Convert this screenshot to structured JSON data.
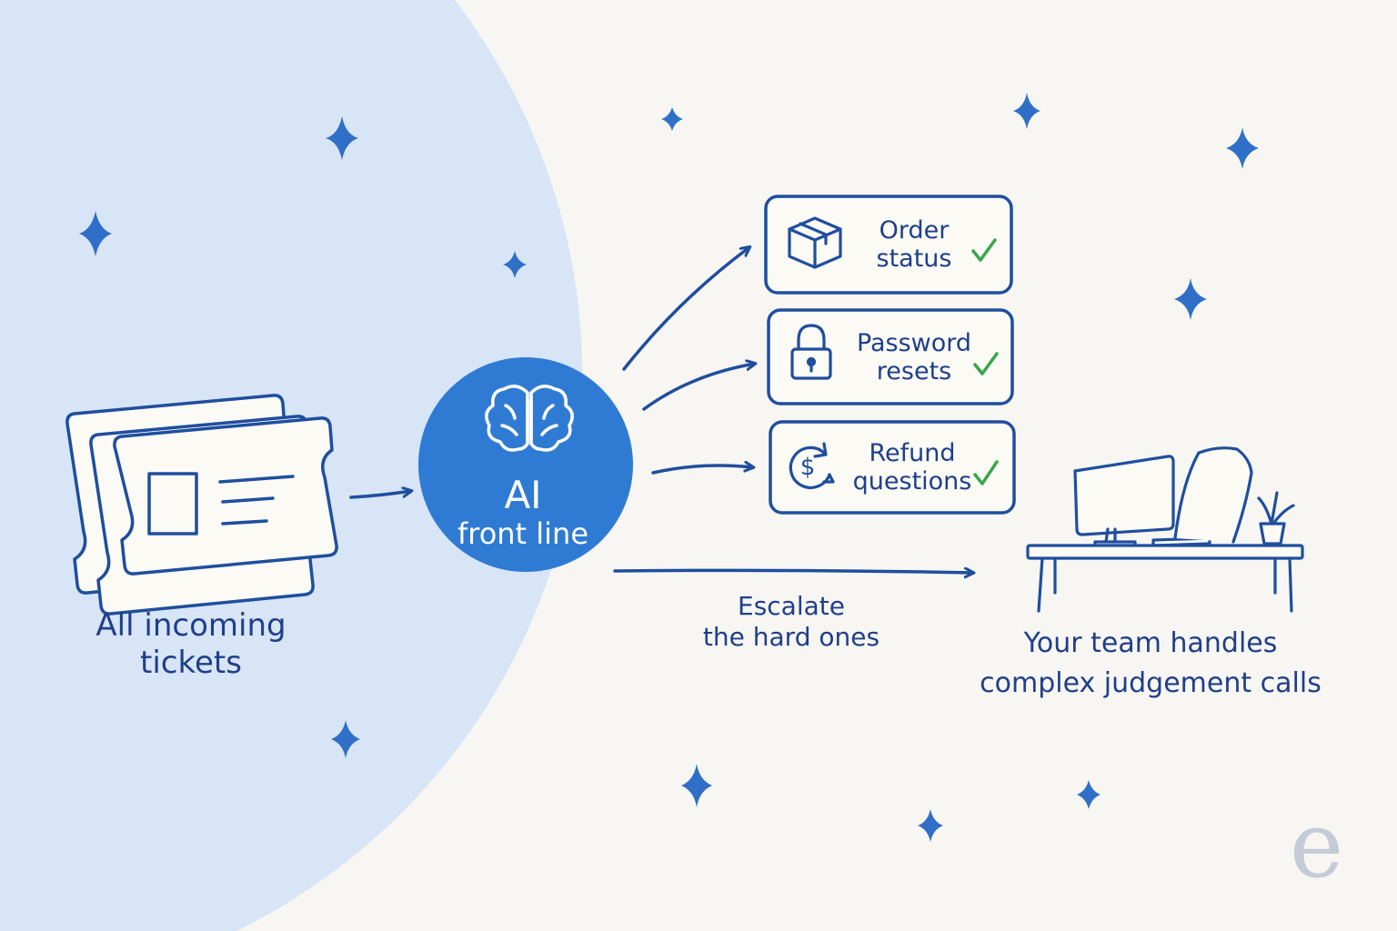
{
  "colors": {
    "ink": "#1f4e9e",
    "text": "#1f3f8a",
    "accent": "#2f7bd4",
    "circle_fill": "#d7e5f6",
    "check": "#3aa64a",
    "background": "#f7f6f2"
  },
  "tickets": {
    "label_line1": "All incoming",
    "label_line2": "tickets",
    "icon": "ticket-stack-icon"
  },
  "ai": {
    "title": "AI",
    "subtitle": "front line",
    "icon": "brain-icon"
  },
  "routes": [
    {
      "line1": "Order",
      "line2": "status",
      "icon": "package-icon",
      "check_icon": "check-icon"
    },
    {
      "line1": "Password",
      "line2": "resets",
      "icon": "lock-icon",
      "check_icon": "check-icon"
    },
    {
      "line1": "Refund",
      "line2": "questions",
      "icon": "refund-dollar-icon",
      "check_icon": "check-icon"
    }
  ],
  "escalate": {
    "line1": "Escalate",
    "line2": "the hard ones"
  },
  "team": {
    "line1": "Your team handles",
    "line2": "complex judgement calls",
    "icon": "desk-workstation-icon"
  },
  "logo": {
    "letter": "e"
  }
}
